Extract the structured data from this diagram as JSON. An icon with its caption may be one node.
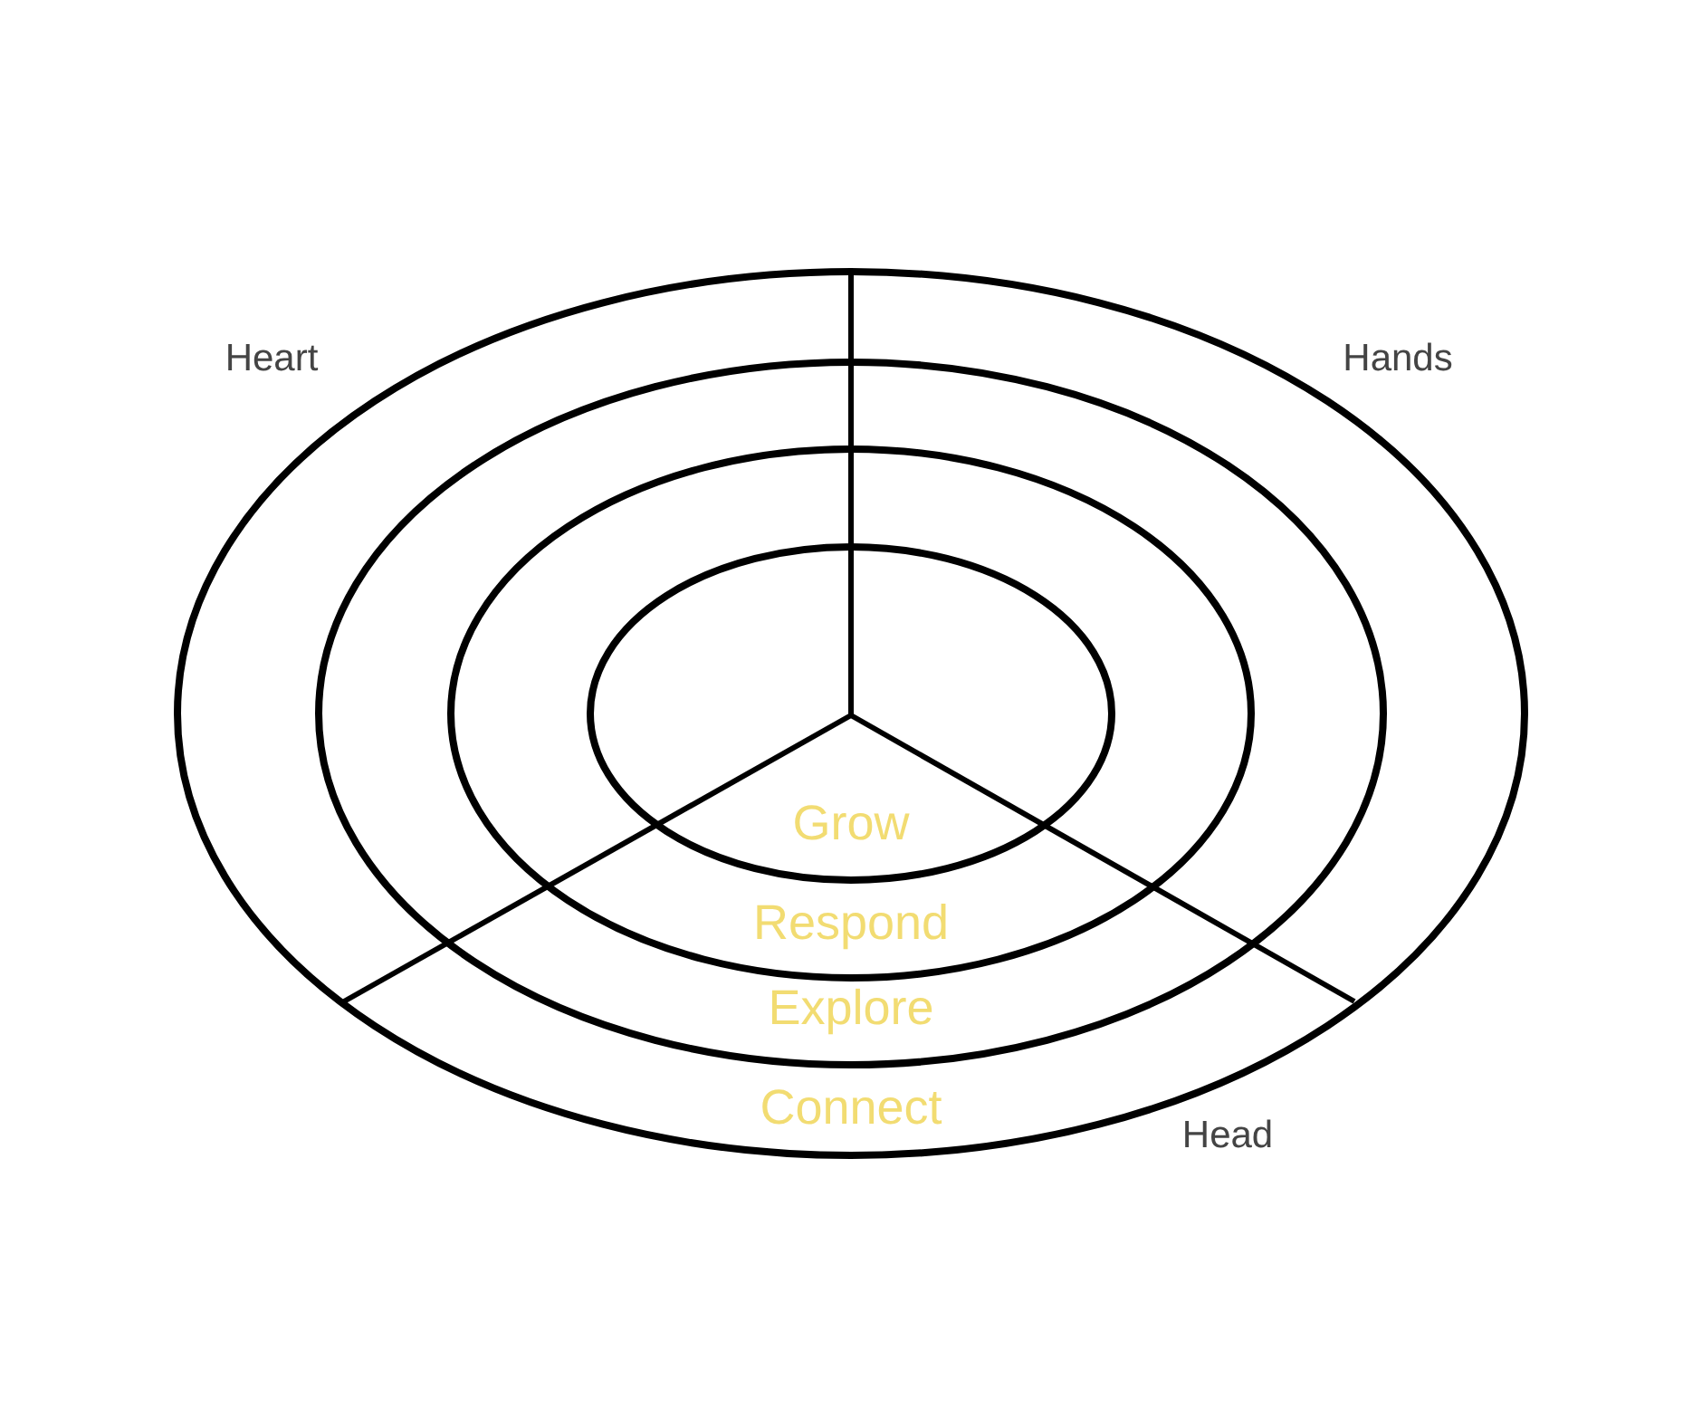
{
  "diagram": {
    "nodes": [
      {
        "text": [
          "Connect"
        ]
      },
      {
        "text": [
          "Explore"
        ],
        "in": 0
      },
      {
        "text": [
          "Respond"
        ],
        "in": 1
      },
      {
        "text": [
          "Grow"
        ],
        "in": 2
      }
    ],
    "labels": [
      "Heart",
      "Hands",
      "Head"
    ]
  }
}
